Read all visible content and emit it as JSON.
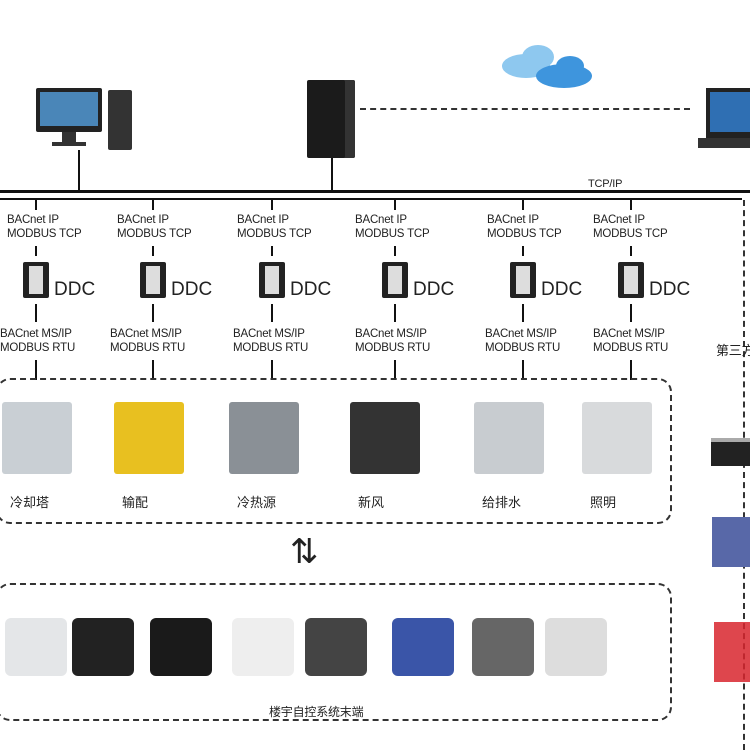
{
  "network": {
    "protocol_label": "TCP/IP"
  },
  "controllers": [
    {
      "upper": [
        "BACnet IP",
        "MODBUS TCP"
      ],
      "name": "DDC",
      "lower": [
        "BACnet MS/IP",
        "MODBUS RTU"
      ]
    },
    {
      "upper": [
        "BACnet IP",
        "MODBUS TCP"
      ],
      "name": "DDC",
      "lower": [
        "BACnet MS/IP",
        "MODBUS RTU"
      ]
    },
    {
      "upper": [
        "BACnet IP",
        "MODBUS TCP"
      ],
      "name": "DDC",
      "lower": [
        "BACnet MS/IP",
        "MODBUS RTU"
      ]
    },
    {
      "upper": [
        "BACnet IP",
        "MODBUS TCP"
      ],
      "name": "DDC",
      "lower": [
        "BACnet MS/IP",
        "MODBUS RTU"
      ]
    },
    {
      "upper": [
        "BACnet IP",
        "MODBUS TCP"
      ],
      "name": "DDC",
      "lower": [
        "BACnet MS/IP",
        "MODBUS RTU"
      ]
    },
    {
      "upper": [
        "BACnet IP",
        "MODBUS TCP"
      ],
      "name": "DDC",
      "lower": [
        "BACnet MS/IP",
        "MODBUS RTU"
      ]
    }
  ],
  "equipment": [
    "冷却塔",
    "输配",
    "冷热源",
    "新风",
    "给排水",
    "照明"
  ],
  "third_party_label": "第三方",
  "terminal_label": "楼宇自控系统末端",
  "colors": {
    "line": "#111111",
    "cloud": "#5aa9e6"
  }
}
